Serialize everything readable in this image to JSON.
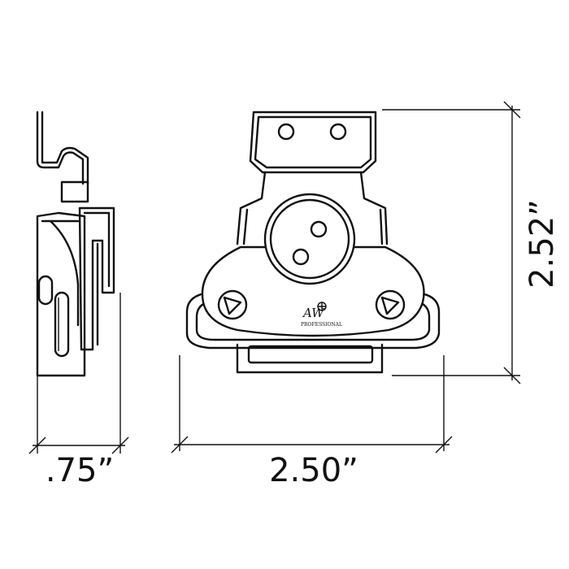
{
  "dimensions": {
    "depth": ".75”",
    "width": "2.50”",
    "height": "2.52”"
  },
  "logo": {
    "mark": "AW",
    "tagline": "PROFESSIONAL"
  },
  "colors": {
    "line": "#111111",
    "background": "#ffffff"
  }
}
